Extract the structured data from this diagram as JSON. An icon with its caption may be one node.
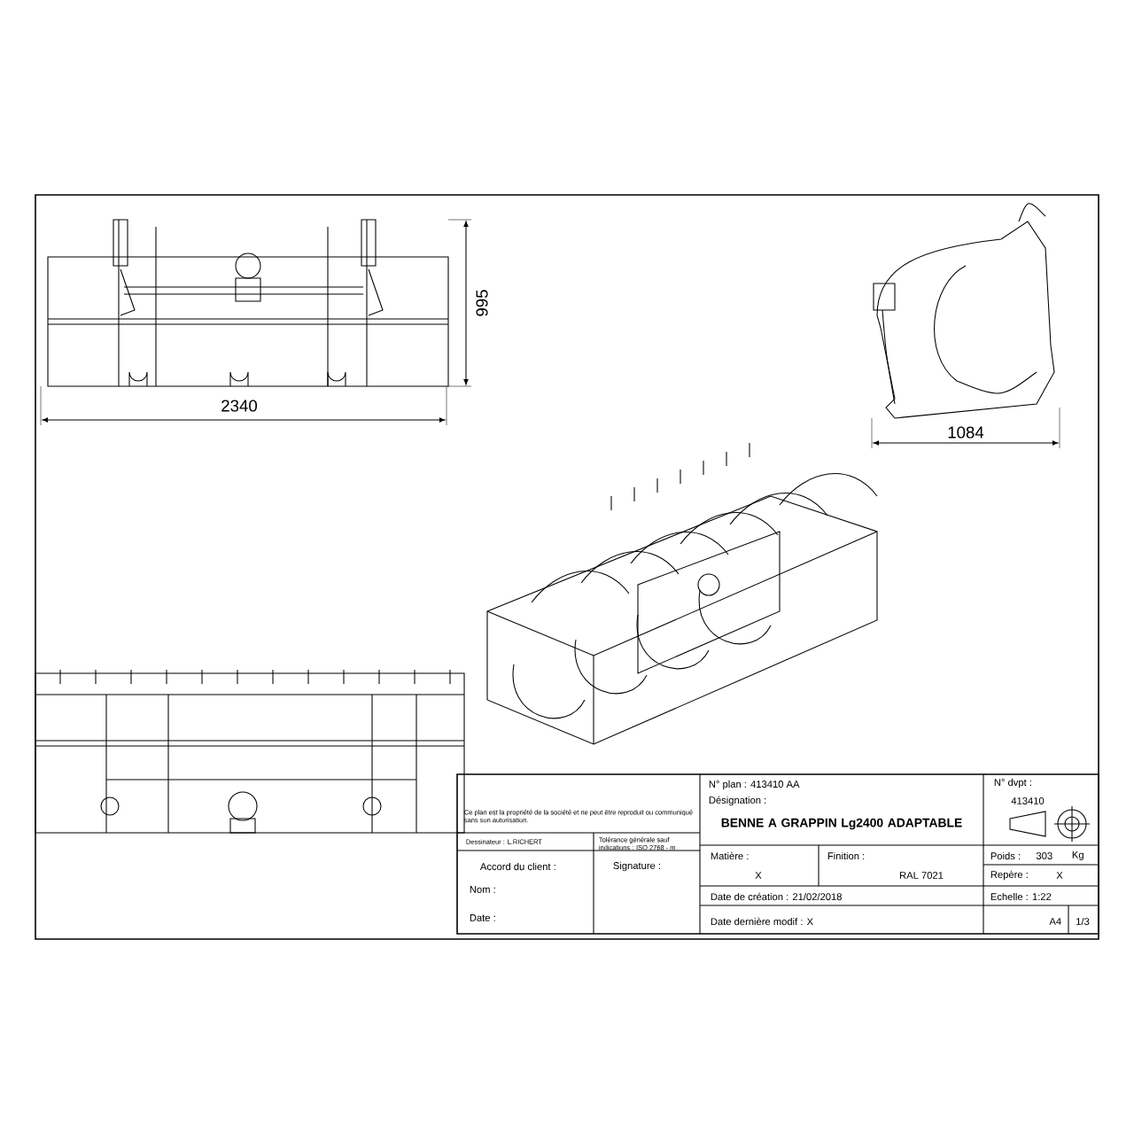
{
  "diagram": {
    "labels": [
      "995",
      "2340",
      "1084",
      "Ce plan est la propriété de la société et ne peut être reproduit ou communiqué sans son autorisation.",
      "Dessinateur : L.RICHERT",
      "Tolérance générale sauf indications : ISO 2768 - m",
      "Accord du client :",
      "Signature :",
      "Nom :",
      "Date :",
      "N° plan : 413410 AA",
      "Désignation :",
      "BENNE A GRAPPIN Lg2400 ADAPTABLE",
      "N° dvpt :",
      "413410",
      "Matière :",
      "X",
      "Finition :",
      "RAL 7021",
      "Poids :",
      "303",
      "Kg",
      "Repère :",
      "X",
      "Date de création : 21/02/2018",
      "Echelle : 1:22",
      "Date dernière modif : X",
      "A4",
      "1/3"
    ]
  }
}
